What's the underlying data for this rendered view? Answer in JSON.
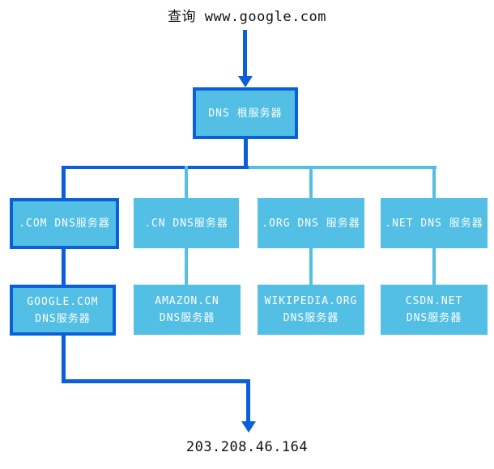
{
  "diagram": {
    "title_query": "查询 www.google.com",
    "result_ip": "203.208.46.164",
    "colors": {
      "highlight": "#0b5fd9",
      "node_fill": "#53bfe4",
      "connector": "#53bfe4",
      "node_text": "#ffffff",
      "label_text": "#111111"
    },
    "root_node": {
      "label": "DNS 根服务器"
    },
    "tld_nodes": [
      {
        "label": ".COM DNS服务器"
      },
      {
        "label": ".CN DNS服务器"
      },
      {
        "label": ".ORG DNS 服务器"
      },
      {
        "label": ".NET DNS 服务器"
      }
    ],
    "auth_nodes": [
      {
        "line1": "GOOGLE.COM",
        "line2": "DNS服务器"
      },
      {
        "line1": "AMAZON.CN",
        "line2": "DNS服务器"
      },
      {
        "line1": "WIKIPEDIA.ORG",
        "line2": "DNS服务器"
      },
      {
        "line1": "CSDN.NET",
        "line2": "DNS服务器"
      }
    ]
  }
}
